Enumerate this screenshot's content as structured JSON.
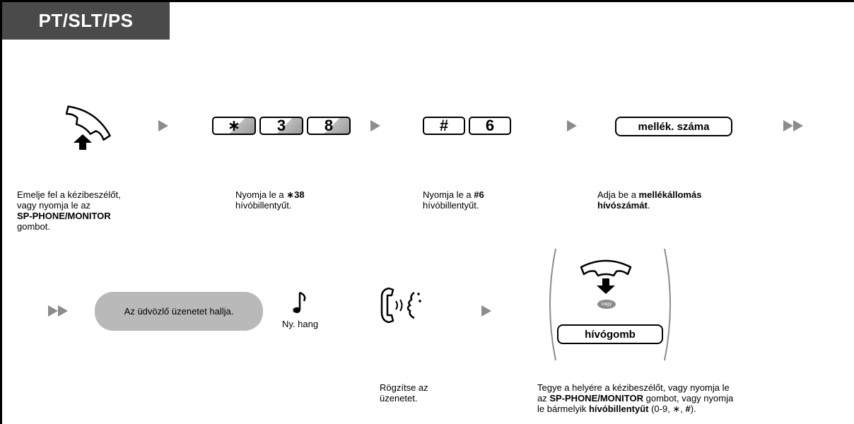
{
  "header": {
    "title": "PT/SLT/PS"
  },
  "step1": {
    "line1": "Emelje fel a kézibeszélőt,",
    "line2": "vagy nyomja le az",
    "bold": "SP-PHONE/MONITOR",
    "line4": "gombot.",
    "icon": "handset-lift-icon"
  },
  "step2": {
    "keys": [
      "∗",
      "3",
      "8"
    ],
    "pre": "Nyomja le a ",
    "bold": "∗38",
    "line2": "hívóbillentyűt."
  },
  "step3": {
    "keys": [
      "#",
      "6"
    ],
    "pre": "Nyomja le a ",
    "bold": "#6",
    "line2": "hívóbillentyűt."
  },
  "step4": {
    "key_label": "mellék. száma",
    "pre": "Adja be a ",
    "bold1": "mellékállomás",
    "bold2": "hívószámát",
    "post": "."
  },
  "row2": {
    "greeting": "Az üdvözlő üzenetet hallja.",
    "tone": "Ny. hang",
    "record_line1": "Rögzítse az",
    "record_line2": "üzenetet.",
    "vagy": "vagy",
    "hivogomb": "hívógomb",
    "final_l1": "Tegye a helyére a kézibeszélőt, vagy nyomja le",
    "final_l2a": "az ",
    "final_l2b": "SP-PHONE/MONITOR",
    "final_l2c": " gombot, vagy nyomja",
    "final_l3a": "le bármelyik ",
    "final_l3b": "hívóbillentyűt",
    "final_l3c": " (0-9, ∗, ",
    "final_l3d": "#",
    "final_l3e": ")."
  },
  "colors": {
    "header_bg": "#4a4a4a",
    "arrow": "#8c8c8c",
    "bubble": "#b9b9b9"
  }
}
